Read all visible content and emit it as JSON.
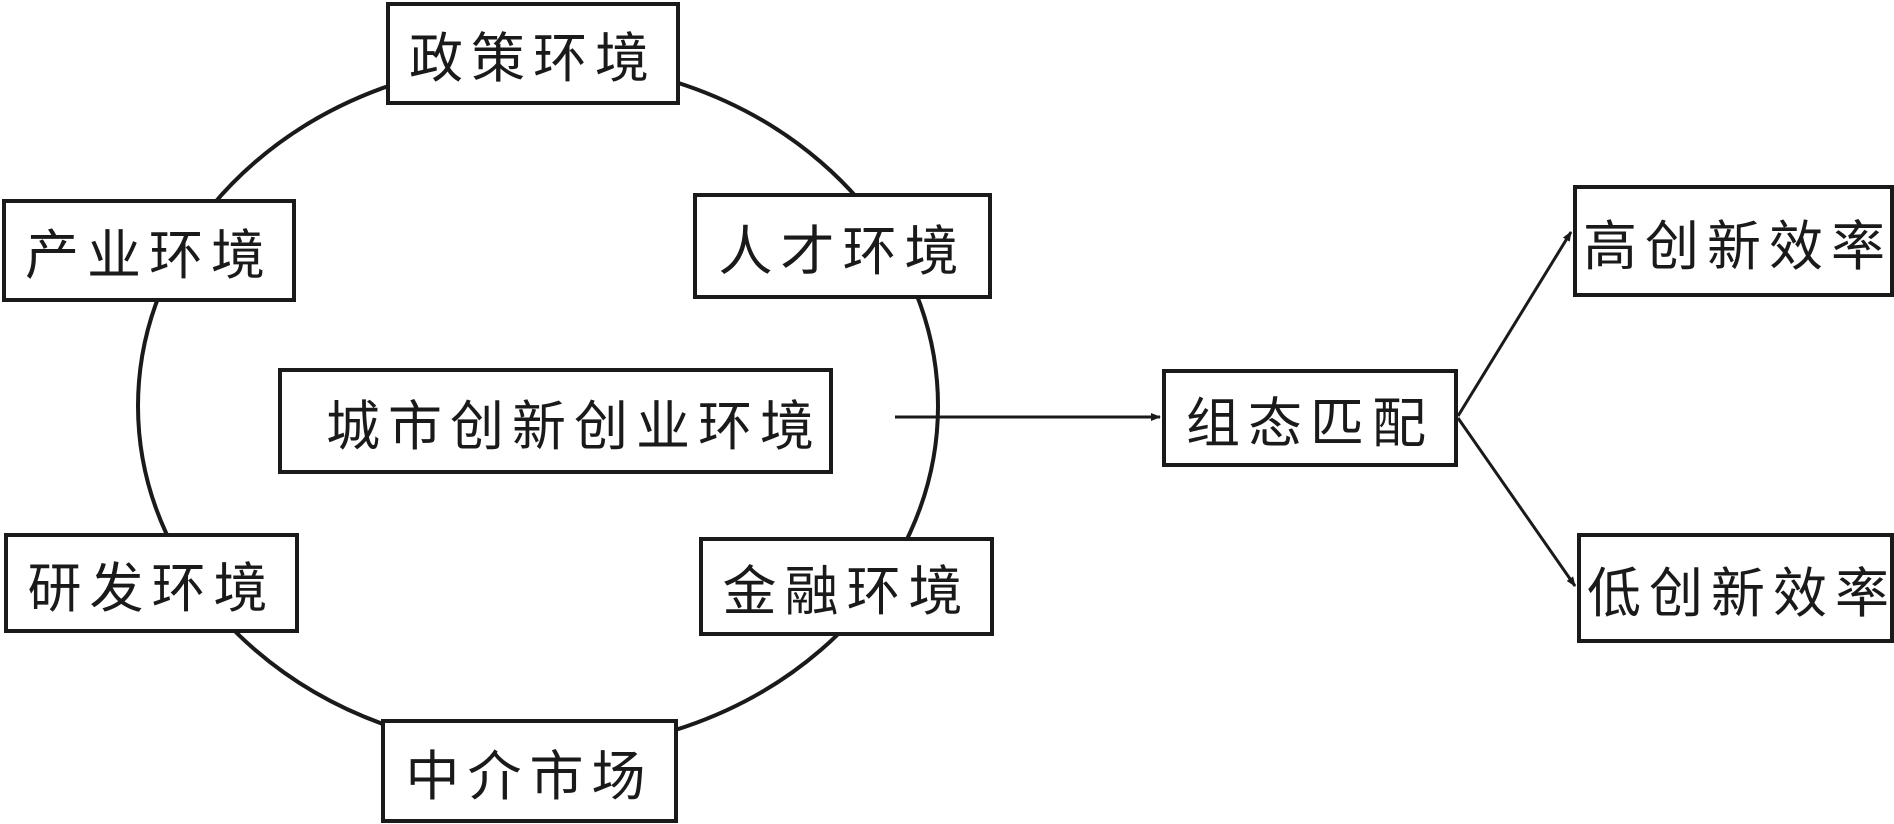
{
  "diagram": {
    "nodes": {
      "policy": "政策环境",
      "industry": "产业环境",
      "talent": "人才环境",
      "center": "城市创新创业环境",
      "rd": "研发环境",
      "finance": "金融环境",
      "agency": "中介市场",
      "config": "组态匹配",
      "high": "高创新效率",
      "low": "低创新效率"
    },
    "colors": {
      "stroke": "#1a1a1a",
      "background": "#ffffff"
    }
  }
}
